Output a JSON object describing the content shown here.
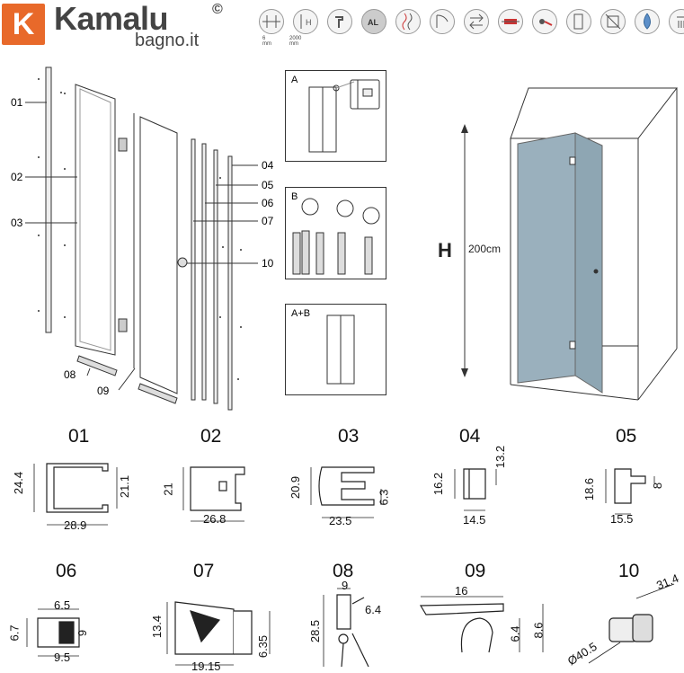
{
  "brand": {
    "logo_letter": "K",
    "name": "Kamalu",
    "copyright": "©",
    "subtitle": "bagno.it",
    "color": "#e8692a"
  },
  "feature_icons": [
    {
      "name": "glass-thickness-icon",
      "caption": "6 mm"
    },
    {
      "name": "height-icon",
      "caption": "2000 mm"
    },
    {
      "name": "hammer-icon",
      "caption": ""
    },
    {
      "name": "aluminium-icon",
      "caption": ""
    },
    {
      "name": "wave-icon",
      "caption": ""
    },
    {
      "name": "door-swing-icon",
      "caption": ""
    },
    {
      "name": "reversible-icon",
      "caption": ""
    },
    {
      "name": "seal-icon",
      "caption": ""
    },
    {
      "name": "handle-icon",
      "caption": ""
    },
    {
      "name": "glass-panel-icon",
      "caption": ""
    },
    {
      "name": "no-tool-icon",
      "caption": ""
    },
    {
      "name": "drop-icon",
      "caption": ""
    },
    {
      "name": "shower-icon",
      "caption": ""
    }
  ],
  "exploded_callouts": [
    "01",
    "02",
    "03",
    "04",
    "05",
    "06",
    "07",
    "10",
    "08",
    "09"
  ],
  "install_panels": [
    {
      "label": "A"
    },
    {
      "label": "B"
    },
    {
      "label": "A+B"
    }
  ],
  "render": {
    "height_letter": "H",
    "height_value": "200cm"
  },
  "profiles": [
    {
      "id": "01",
      "dims": [
        "24.4",
        "21.1",
        "28.9"
      ]
    },
    {
      "id": "02",
      "dims": [
        "21",
        "26.8"
      ]
    },
    {
      "id": "03",
      "dims": [
        "20.9",
        "6.3",
        "23.5"
      ]
    },
    {
      "id": "04",
      "dims": [
        "16.2",
        "13.2",
        "14.5"
      ]
    },
    {
      "id": "05",
      "dims": [
        "18.6",
        "8",
        "15.5"
      ]
    },
    {
      "id": "06",
      "dims": [
        "6.5",
        "6.7",
        "9",
        "9.5"
      ]
    },
    {
      "id": "07",
      "dims": [
        "13.4",
        "19.15",
        "6.35"
      ]
    },
    {
      "id": "08",
      "dims": [
        "9",
        "6.4",
        "28.5"
      ]
    },
    {
      "id": "09",
      "dims": [
        "16",
        "6.4",
        "8.6"
      ]
    },
    {
      "id": "10",
      "dims": [
        "31.4",
        "Ø40.5"
      ]
    }
  ]
}
